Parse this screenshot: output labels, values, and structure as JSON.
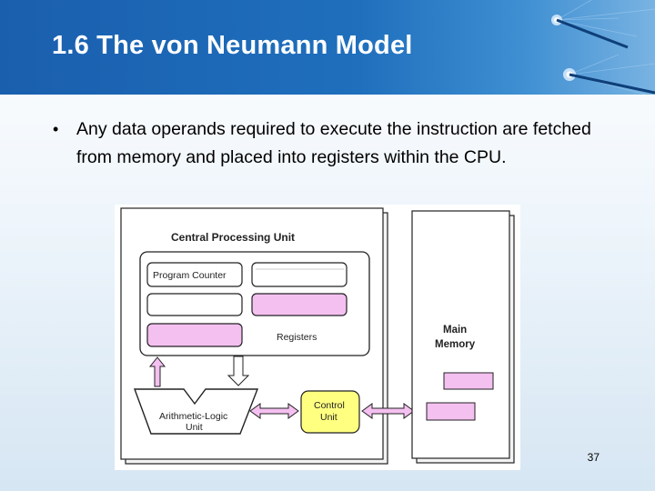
{
  "slide": {
    "title": "1.6 The von Neumann Model",
    "bullet": "Any data operands required to execute the instruction are fetched from memory and placed into registers within the CPU.",
    "bullet_marker": "•",
    "page_number": "37"
  },
  "diagram": {
    "cpu_label": "Central Processing Unit",
    "program_counter_label": "Program Counter",
    "registers_label": "Registers",
    "alu_label_line1": "Arithmetic-Logic",
    "alu_label_line2": "Unit",
    "control_label_line1": "Control",
    "control_label_line2": "Unit",
    "memory_label_line1": "Main",
    "memory_label_line2": "Memory"
  },
  "colors": {
    "title_bar": "#1f6fbd",
    "register_highlight": "#f4c0f0",
    "control_unit": "#ffff80",
    "memory_slot": "#f4c0f0"
  },
  "icons": {
    "title_decoration": "dandelion-seed-icon"
  }
}
